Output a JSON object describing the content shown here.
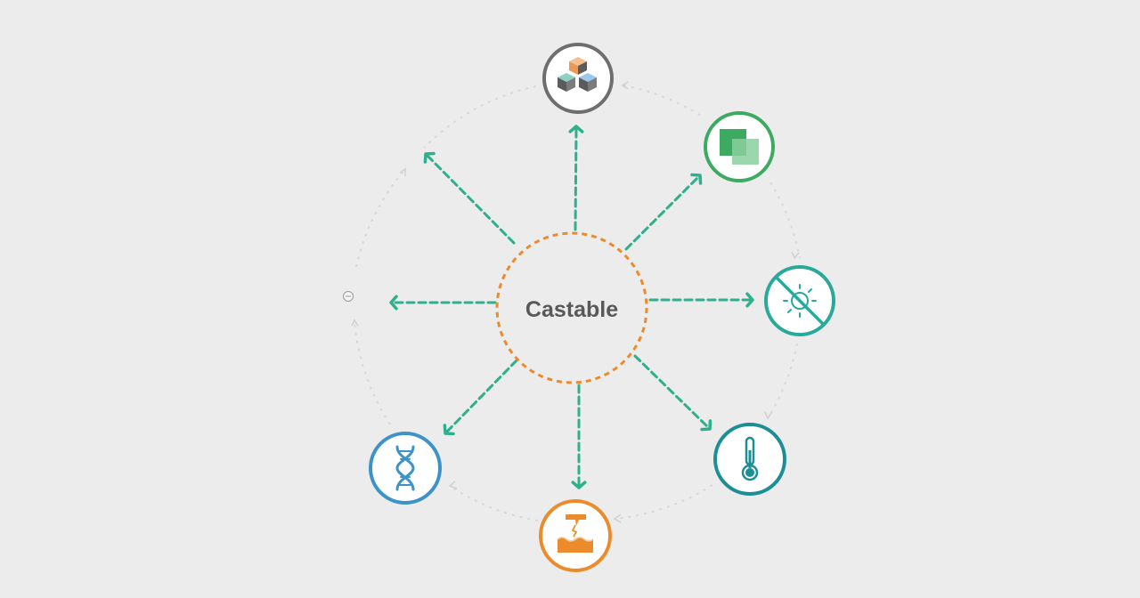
{
  "center": {
    "label": "Castable",
    "ring_color": "#ec8b2c"
  },
  "arrow_color": "#2eb08c",
  "orbit_color": "#d8d8d8",
  "nodes": [
    {
      "id": "top",
      "icon": "cubes-icon",
      "ring_color": "#6d6e70"
    },
    {
      "id": "upper-right",
      "icon": "overlapping-squares-icon",
      "ring_color": "#3daa62"
    },
    {
      "id": "right",
      "icon": "no-sun-icon",
      "ring_color": "#29a99a"
    },
    {
      "id": "lower-right",
      "icon": "thermometer-icon",
      "ring_color": "#1c8f96"
    },
    {
      "id": "bottom",
      "icon": "laser-cutting-icon",
      "ring_color": "#ec8b2c"
    },
    {
      "id": "lower-left",
      "icon": "dna-icon",
      "ring_color": "#3d93c7"
    }
  ],
  "empty_targets": [
    {
      "id": "upper-left"
    },
    {
      "id": "left",
      "icon": "small-marker-icon"
    }
  ]
}
